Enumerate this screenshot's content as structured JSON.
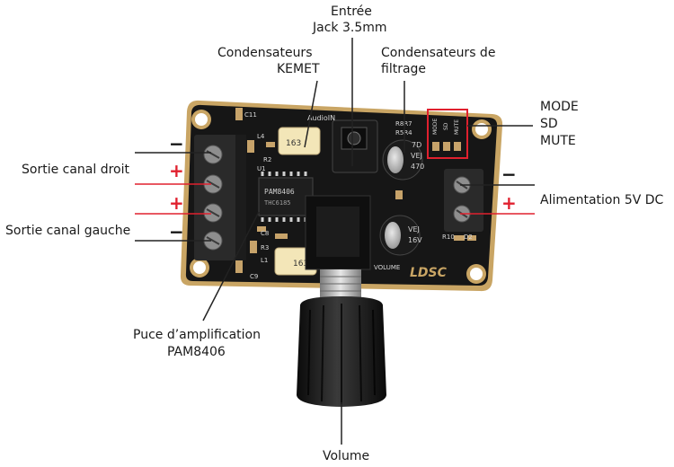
{
  "labels": {
    "entree_line1": "Entrée",
    "entree_line2": "Jack 3.5mm",
    "kemet_line1": "Condensateurs",
    "kemet_line2": "KEMET",
    "filtrage_line1": "Condensateurs de",
    "filtrage_line2": "filtrage",
    "mode": "MODE",
    "sd": "SD",
    "mute": "MUTE",
    "sortie_droit": "Sortie canal droit",
    "sortie_gauche": "Sortie canal gauche",
    "alimentation": "Alimentation 5V DC",
    "puce_line1": "Puce d’amplification",
    "puce_line2": "PAM8406",
    "volume": "Volume"
  },
  "polarity": {
    "plus": "+",
    "minus": "−"
  },
  "silkscreen": {
    "audio_in": "AudioIN",
    "chip": "PAM8406",
    "chip_code": "THC6185",
    "cap_470": "470",
    "cap_voltage": "16V",
    "cap_brand": "VEJ",
    "cap_top": "7D",
    "kemet_code": "163",
    "volume_text": "VOLUME",
    "brand": "LDSC",
    "r8r7": "R8R7",
    "r5r4": "R5R4",
    "mode": "MODE",
    "sd": "SD",
    "mute": "MUTE",
    "c11": "C11",
    "l4": "L4",
    "r2": "R2",
    "u1": "U1",
    "r10": "R10",
    "d2": "D2",
    "c9": "C9",
    "l1": "L1",
    "r3": "R3",
    "c8": "C8"
  },
  "colors": {
    "pcb": "#161616",
    "pcb_border": "#c9a564",
    "terminal": "#2a2a2a",
    "pointer": "#222222",
    "plus_wire": "#e0202e",
    "highlight_box": "#e0202e",
    "capacitor": "#1b1b1b",
    "kemet": "#f3e6b8",
    "knob": "#151515",
    "shaft": "#b8b8b8"
  }
}
